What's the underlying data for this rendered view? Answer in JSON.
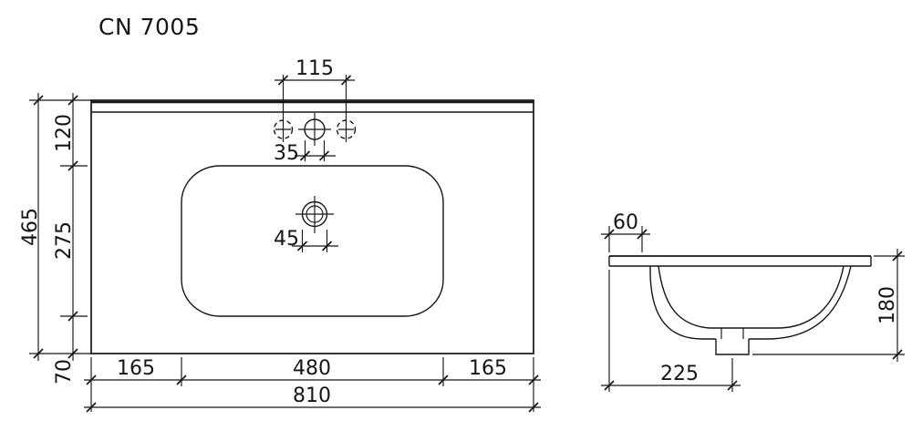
{
  "title": "CN 7005",
  "plan": {
    "hole_spacing": "115",
    "faucet_hole_dia": "35",
    "drain_dia": "45",
    "depth_total": "465",
    "depth_back": "120",
    "depth_bowl": "275",
    "depth_front": "70",
    "width_left": "165",
    "width_bowl": "480",
    "width_right": "165",
    "width_total": "810"
  },
  "side": {
    "overhang": "60",
    "height": "180",
    "drain_offset": "225"
  }
}
